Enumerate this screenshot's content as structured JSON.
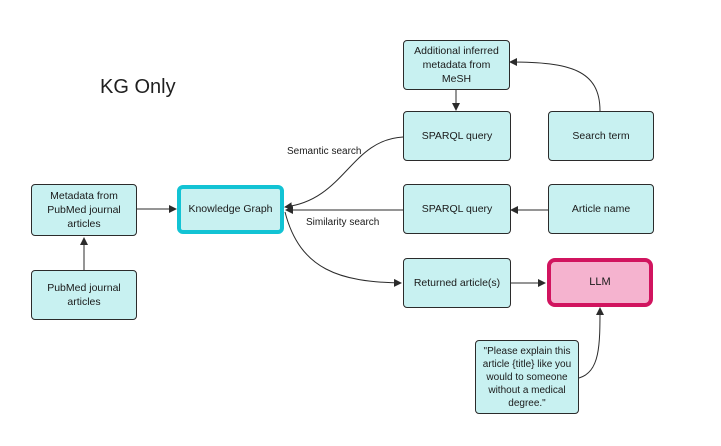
{
  "title": "KG Only",
  "nodes": {
    "metadata_pubmed": "Metadata from PubMed journal articles",
    "pubmed_articles": "PubMed journal articles",
    "knowledge_graph": "Knowledge Graph",
    "mesh_metadata": "Additional inferred metadata from MeSH",
    "sparql_query_1": "SPARQL query",
    "search_term": "Search term",
    "sparql_query_2": "SPARQL query",
    "article_name": "Article name",
    "returned_articles": "Returned article(s)",
    "llm": "LLM",
    "prompt": "\"Please explain this article {title} like you would to someone without a medical degree.\""
  },
  "edge_labels": {
    "semantic_search": "Semantic search",
    "similarity_search": "Similarity search"
  },
  "colors": {
    "node_fill": "#c8f1f1",
    "kg_border": "#12c3d4",
    "llm_fill": "#f5b3cf",
    "llm_border": "#d1145f",
    "line": "#2b2b2b"
  }
}
